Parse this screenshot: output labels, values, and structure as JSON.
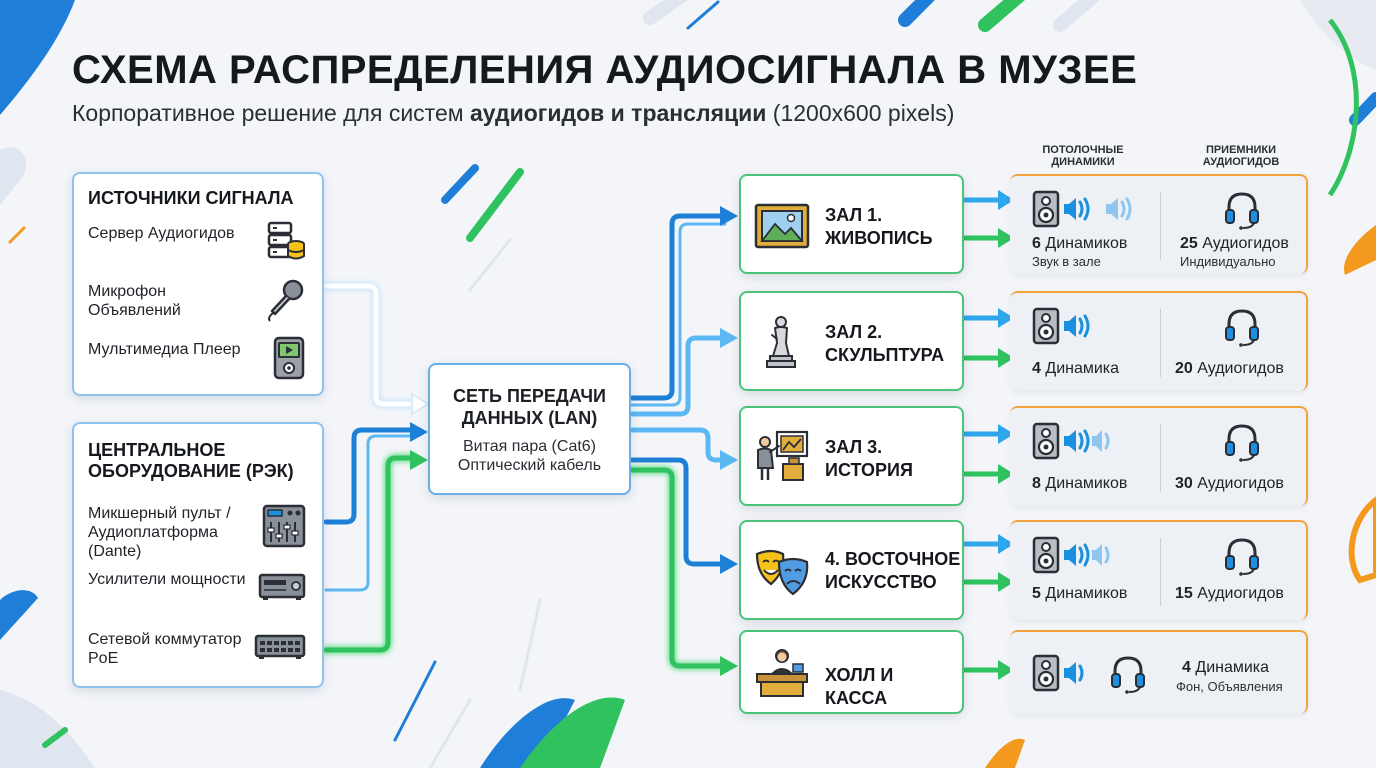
{
  "header": {
    "title": "СХЕМА РАСПРЕДЕЛЕНИЯ АУДИОСИГНАЛА В МУЗЕЕ",
    "subtitle_pre": "Корпоративное решение для систем ",
    "subtitle_bold": "аудиогидов и трансляции",
    "subtitle_post": " (1200x600 pixels)"
  },
  "sources": {
    "title": "ИСТОЧНИКИ СИГНАЛА",
    "items": [
      {
        "label": "Сервер Аудиогидов",
        "icon": "server-database-icon"
      },
      {
        "label": "Микрофон Объявлений",
        "icon": "microphone-icon"
      },
      {
        "label": "Мультимедиа Плеер",
        "icon": "media-player-icon"
      }
    ]
  },
  "rack": {
    "title": "ЦЕНТРАЛЬНОЕ ОБОРУДОВАНИЕ (РЭК)",
    "items": [
      {
        "label": "Микшерный пульт / Аудиоплатформа (Dante)",
        "icon": "mixer-icon"
      },
      {
        "label": "Усилители мощности",
        "icon": "amplifier-icon"
      },
      {
        "label": "Сетевой коммутатор PoE",
        "icon": "network-switch-icon"
      }
    ]
  },
  "lan": {
    "title": "СЕТЬ ПЕРЕДАЧИ ДАННЫХ (LAN)",
    "line1": "Витая пара (Cat6)",
    "line2": "Оптический кабель"
  },
  "columns": {
    "speakers": "ПОТОЛОЧНЫЕ ДИНАМИКИ",
    "receivers": "ПРИЕМНИКИ АУДИОГИДОВ"
  },
  "halls": [
    {
      "label": "ЗАЛ 1. ЖИВОПИСЬ",
      "icon": "painting-icon",
      "speakers_num": "6",
      "speakers_word": " Динамиков",
      "speakers_note": "Звук в зале",
      "guides_num": "25",
      "guides_word": " Аудиогидов",
      "guides_note": "Индивидуально"
    },
    {
      "label": "ЗАЛ 2. СКУЛЬПТУРА",
      "icon": "statue-icon",
      "speakers_num": "4",
      "speakers_word": " Динамика",
      "speakers_note": "",
      "guides_num": "20",
      "guides_word": " Аудиогидов",
      "guides_note": ""
    },
    {
      "label": "ЗАЛ 3. ИСТОРИЯ",
      "icon": "history-presenter-icon",
      "speakers_num": "8",
      "speakers_word": " Динамиков",
      "speakers_note": "",
      "guides_num": "30",
      "guides_word": " Аудиогидов",
      "guides_note": ""
    },
    {
      "label": "4. ВОСТОЧНОЕ ИСКУССТВО",
      "icon": "theater-masks-icon",
      "speakers_num": "5",
      "speakers_word": " Динамиков",
      "speakers_note": "",
      "guides_num": "15",
      "guides_word": " Аудиогидов",
      "guides_note": ""
    },
    {
      "label": "ХОЛЛ И КАССА",
      "icon": "cashier-desk-icon",
      "speakers_num": "4",
      "speakers_word": " Динамика",
      "speakers_note": "Фон, Объявления",
      "guides_num": "",
      "guides_word": "",
      "guides_note": ""
    }
  ],
  "colors": {
    "blue": "#1d7fd6",
    "light_blue": "#5cb8f2",
    "green": "#2fc25f",
    "orange": "#f39a1e",
    "accent_blue_icon": "#1b8fe0"
  }
}
